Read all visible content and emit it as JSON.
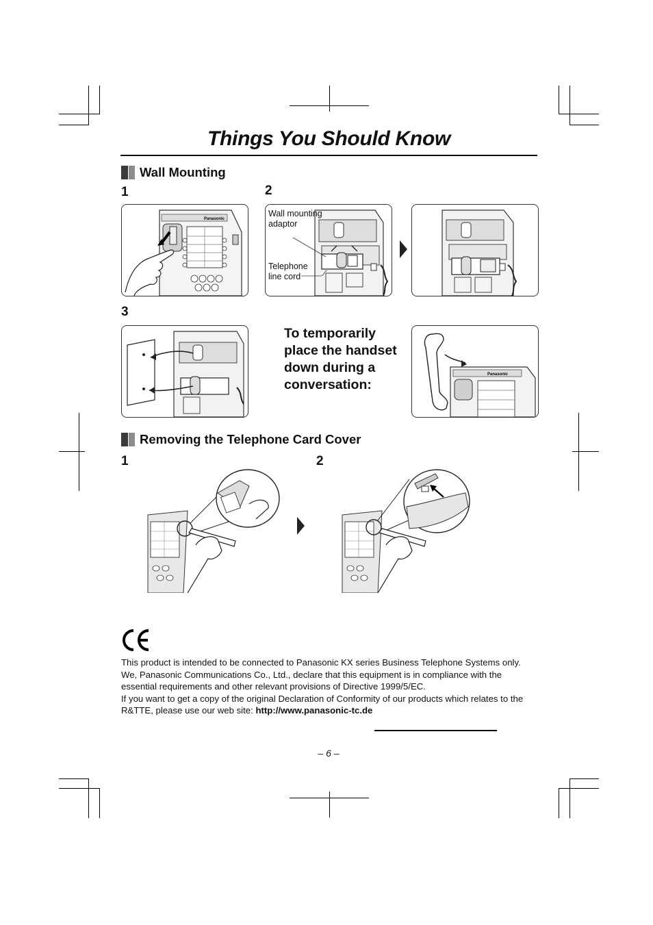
{
  "page": {
    "title": "Things You Should Know",
    "page_number": "– 6 –"
  },
  "wall_mounting": {
    "heading": "Wall Mounting",
    "step1": "1",
    "step2": "2",
    "step3": "3",
    "callout_adaptor": "Wall mounting adaptor",
    "callout_cord": "Telephone line cord",
    "brand_label": "Panasonic",
    "temp_handset_text": "To temporarily place the handset down during a conversation:"
  },
  "card_cover": {
    "heading": "Removing the Telephone Card Cover",
    "step1": "1",
    "step2": "2"
  },
  "compliance": {
    "mark": "CE",
    "para1": "This product is intended to be connected to Panasonic KX series Business Telephone Systems only.",
    "para2": "We, Panasonic Communications Co., Ltd., declare that this equipment is in compliance with the essential requirements and other relevant provisions of Directive 1999/5/EC.",
    "para3_lead": "If you want to get a copy of the original Declaration of Conformity of our products which relates to the R&TTE, please use our web site: ",
    "url": "http://www.panasonic-tc.de"
  }
}
